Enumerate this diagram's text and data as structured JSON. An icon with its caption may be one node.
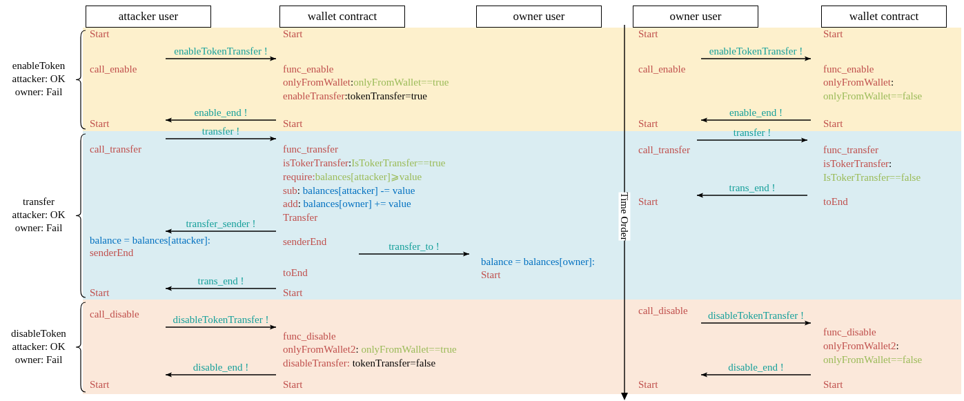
{
  "diagram": {
    "nodes": [
      {
        "text": [
          "attacker user"
        ]
      },
      {
        "text": [
          "wallet contract"
        ]
      },
      {
        "text": [
          "owner user"
        ]
      },
      {
        "text": [
          "owner user"
        ]
      },
      {
        "text": [
          "wallet contract"
        ]
      },
      {
        "text": [],
        "shape": "band",
        "beside": [
          "enableToken attacker: OK owner: Fail"
        ]
      },
      {
        "text": [
          "Start",
          "call_enable",
          "Start"
        ],
        "in": 5
      },
      {
        "text": [
          "Start",
          "func_enable",
          "onlyFromWallet:onlyFromWallet==true",
          "enableTransfer:tokenTransfer=true",
          "Start"
        ],
        "in": 5
      },
      {
        "text": [
          "Start",
          "call_enable",
          "Start"
        ],
        "in": 5
      },
      {
        "text": [
          "Start",
          "func_enable",
          "onlyFromWallet: onlyFromWallet==false",
          "Start"
        ],
        "in": 5
      },
      {
        "text": [],
        "shape": "band",
        "beside": [
          "transfer attacker: OK owner: Fail"
        ]
      },
      {
        "text": [
          "call_transfer",
          "balance = balances[attacker]:",
          "senderEnd",
          "Start"
        ],
        "in": 10
      },
      {
        "text": [
          "func_transfer",
          "isTokerTransfer:IsTokerTransfer==true",
          "require:balances[attacker]⩾value",
          "sub: balances[attacker] -= value",
          "add: balances[owner] += value",
          "Transfer",
          "senderEnd",
          "toEnd",
          "Start"
        ],
        "in": 10
      },
      {
        "text": [
          "balance = balances[owner]:",
          "Start"
        ],
        "in": 10
      },
      {
        "text": [
          "call_transfer",
          "Start"
        ],
        "in": 10
      },
      {
        "text": [
          "func_transfer",
          "isTokerTransfer: IsTokerTransfer==false",
          "toEnd"
        ],
        "in": 10
      },
      {
        "text": [],
        "shape": "band",
        "beside": [
          "disableToken attacker: OK owner: Fail"
        ]
      },
      {
        "text": [
          "call_disable",
          "Start"
        ],
        "in": 16
      },
      {
        "text": [
          "func_disable",
          "onlyFromWallet2: onlyFromWallet==true",
          "disableTransfer: tokenTransfer=false",
          "Start"
        ],
        "in": 16
      },
      {
        "text": [
          "call_disable",
          "Start"
        ],
        "in": 16
      },
      {
        "text": [
          "func_disable",
          "onlyFromWallet2: onlyFromWallet==false",
          "Start"
        ],
        "in": 16
      }
    ],
    "edges": [
      {
        "from": 6,
        "to": 7,
        "arrow": "to",
        "label": "enableTokenTransfer !"
      },
      {
        "from": 7,
        "to": 6,
        "arrow": "to",
        "label": "enable_end !"
      },
      {
        "from": 11,
        "to": 12,
        "arrow": "to",
        "label": "transfer !"
      },
      {
        "from": 12,
        "to": 11,
        "arrow": "to",
        "label": "transfer_sender !"
      },
      {
        "from": 12,
        "to": 13,
        "arrow": "to",
        "label": "transfer_to !"
      },
      {
        "from": 12,
        "to": 11,
        "arrow": "to",
        "label": "trans_end !"
      },
      {
        "from": 17,
        "to": 18,
        "arrow": "to",
        "label": "disableTokenTransfer !"
      },
      {
        "from": 18,
        "to": 17,
        "arrow": "to",
        "label": "disable_end !"
      },
      {
        "from": 8,
        "to": 9,
        "arrow": "to",
        "label": "enableTokenTransfer !"
      },
      {
        "from": 9,
        "to": 8,
        "arrow": "to",
        "label": "enable_end !"
      },
      {
        "from": 14,
        "to": 15,
        "arrow": "to",
        "label": "transfer !"
      },
      {
        "from": 15,
        "to": 14,
        "arrow": "to",
        "label": "trans_end !"
      },
      {
        "from": 19,
        "to": 20,
        "arrow": "to",
        "label": "disableTokenTransfer !"
      },
      {
        "from": 20,
        "to": 19,
        "arrow": "to",
        "label": "disable_end !"
      }
    ],
    "labels": [
      "Time Order"
    ]
  }
}
